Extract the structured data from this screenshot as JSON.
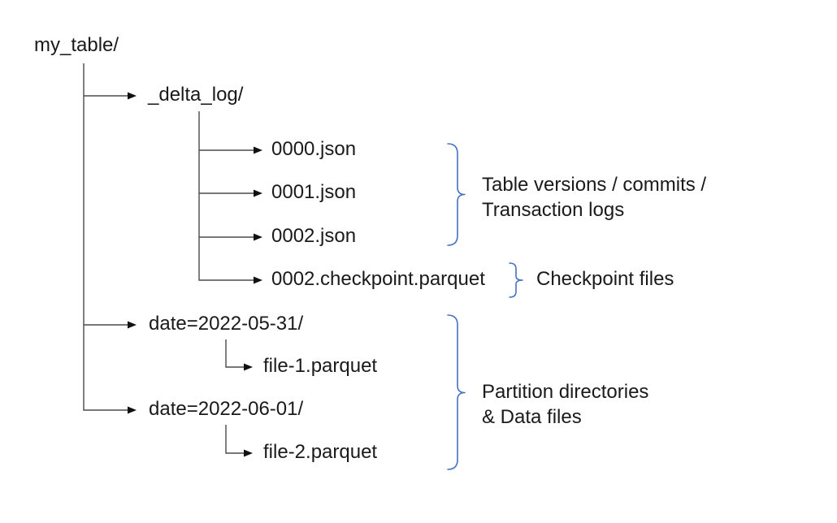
{
  "diagram": {
    "root_dir": "my_table/",
    "delta_log_dir": "_delta_log/",
    "json_files": [
      "0000.json",
      "0001.json",
      "0002.json"
    ],
    "checkpoint_file": "0002.checkpoint.parquet",
    "partitions": [
      {
        "dir": "date=2022-05-31/",
        "file": "file-1.parquet"
      },
      {
        "dir": "date=2022-06-01/",
        "file": "file-2.parquet"
      }
    ],
    "annotations": {
      "versions_line1": "Table versions / commits /",
      "versions_line2": "Transaction logs",
      "checkpoint_label": "Checkpoint files",
      "partitions_line1": "Partition directories",
      "partitions_line2": "& Data files"
    },
    "colors": {
      "brace": "#4472C4",
      "tree_line": "#4a4a4a",
      "text": "#1a1a1a",
      "background": "#ffffff"
    }
  }
}
